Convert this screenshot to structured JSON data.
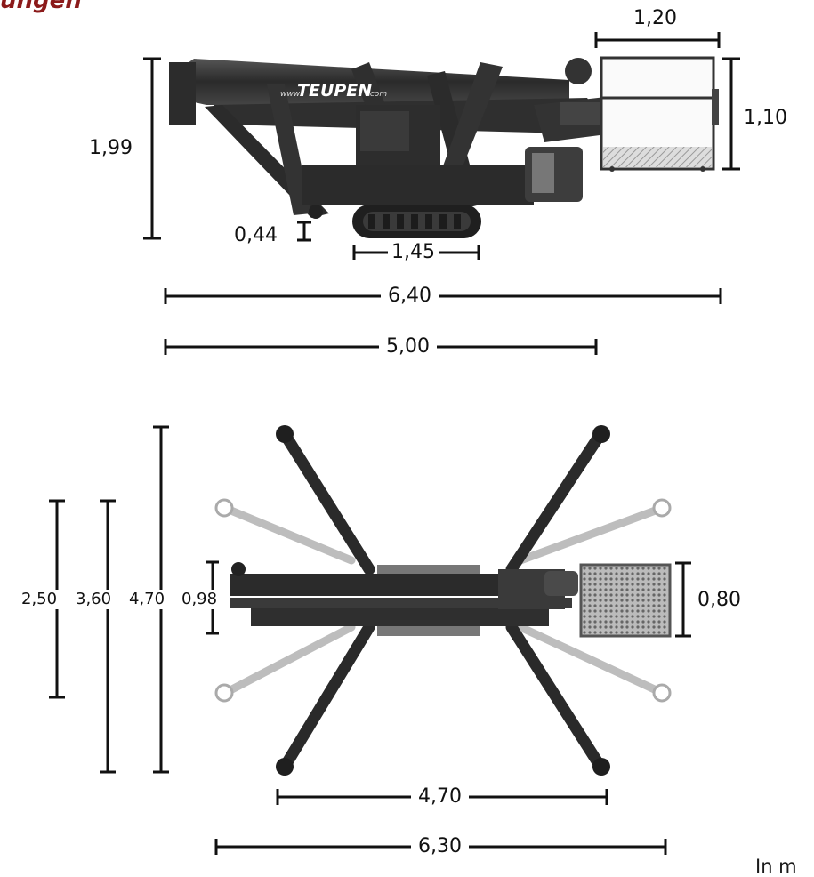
{
  "heading": "ungen",
  "brand": {
    "logo_text": "TEUPEN",
    "website_prefix": "www.",
    "website_suffix": ".com"
  },
  "side_view": {
    "dims": {
      "platform_width": "1,20",
      "platform_height": "1,10",
      "total_height": "1,99",
      "ground_clearance": "0,44",
      "track_length": "1,45",
      "total_length": "6,40",
      "base_length": "5,00"
    }
  },
  "top_view": {
    "dims": {
      "outrigger_width_a": "2,50",
      "outrigger_width_b": "3,60",
      "outrigger_width_c": "4,70",
      "machine_width": "0,98",
      "platform_depth": "0,80",
      "outrigger_length_a": "4,70",
      "outrigger_length_b": "6,30"
    }
  },
  "unit_label": "In m"
}
